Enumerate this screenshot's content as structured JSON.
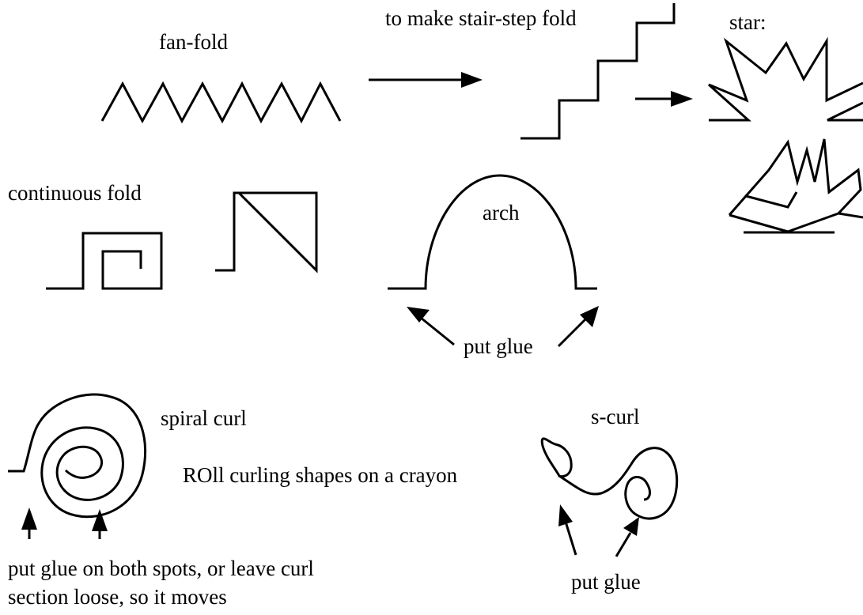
{
  "labels": {
    "fan_fold": "fan-fold",
    "stair_step": "to make stair-step fold",
    "star": "star:",
    "continuous_fold": "continuous fold",
    "arch": "arch",
    "put_glue_arch": "put glue",
    "spiral_curl": "spiral curl",
    "roll_note": "ROll curling shapes on a crayon",
    "s_curl": "s-curl",
    "spiral_glue_line1": "put glue on both spots, or leave curl",
    "spiral_glue_line2": "section loose, so it moves",
    "put_glue_scurl": "put glue"
  },
  "colors": {
    "ink": "#000000",
    "background": "#ffffff"
  }
}
